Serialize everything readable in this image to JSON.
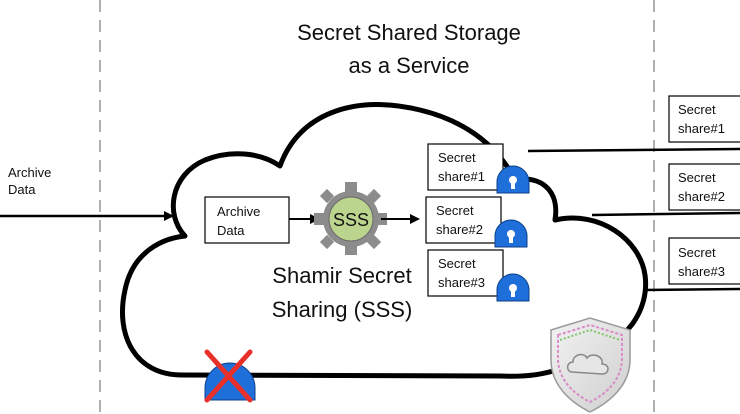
{
  "title": {
    "line1": "Secret Shared Storage",
    "line2": "as a Service"
  },
  "input": {
    "line1": "Archive",
    "line2": "Data"
  },
  "inner_input": {
    "line1": "Archive",
    "line2": "Data"
  },
  "sss_gear": {
    "label": "SSS"
  },
  "method": {
    "line1": "Shamir Secret",
    "line2": "Sharing (SSS)"
  },
  "shares_inside": [
    {
      "line1": "Secret",
      "line2": "share#1"
    },
    {
      "line1": "Secret",
      "line2": "share#2"
    },
    {
      "line1": "Secret",
      "line2": "share#3"
    }
  ],
  "shares_outside": [
    {
      "line1": "Secret",
      "line2": "share#1"
    },
    {
      "line1": "Secret",
      "line2": "share#2"
    },
    {
      "line1": "Secret",
      "line2": "share#3"
    }
  ],
  "colors": {
    "cloud_stroke": "#000000",
    "lock": "#1e6fd9",
    "gear_body": "#bcd58e",
    "gear_teeth": "#8c8c8c",
    "cross": "#e8302a",
    "divider": "#b0b0b0"
  },
  "icons": {
    "lock": "padlock-icon",
    "gear": "gear-icon",
    "broken_lock": "crossed-out-lock-icon",
    "shield": "shield-cloud-icon"
  }
}
